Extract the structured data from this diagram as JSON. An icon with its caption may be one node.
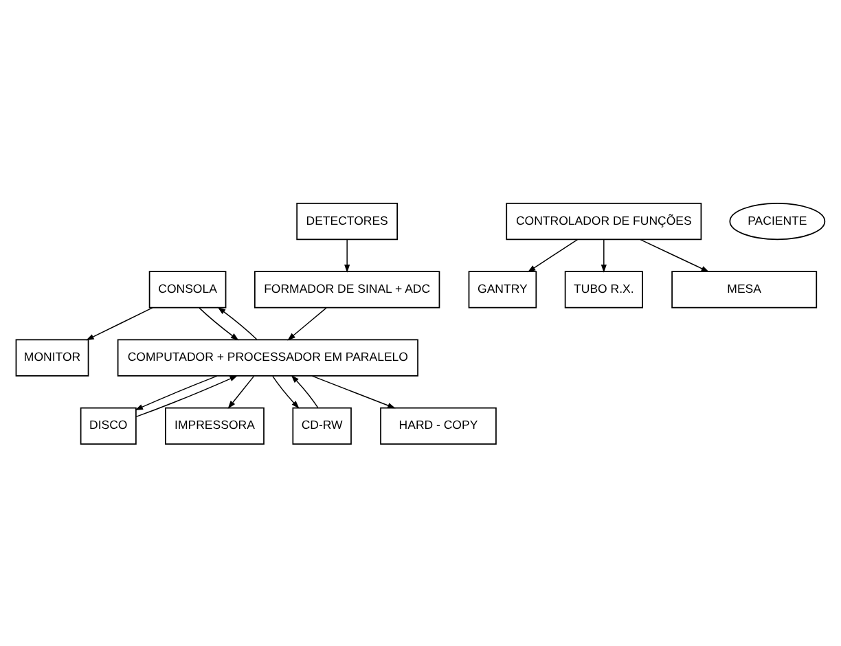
{
  "diagram": {
    "nodes": [
      {
        "text": [
          "MONITOR"
        ]
      },
      {
        "text": [
          "DISCO"
        ]
      },
      {
        "text": [
          "IMPRESSORA"
        ]
      },
      {
        "text": [
          "CONSOLA"
        ]
      },
      {
        "text": [
          "COMPUTADOR + PROCESSADOR EM PARALELO"
        ]
      },
      {
        "text": [
          "CONTROLADOR DE FUNÇÕES"
        ]
      },
      {
        "text": [
          "FORMADOR DE SINAL + ADC"
        ]
      },
      {
        "text": [
          "CD-RW"
        ]
      },
      {
        "text": [
          "GANTRY"
        ]
      },
      {
        "text": [
          "TUBO R.X."
        ]
      },
      {
        "text": [
          "PACIENTE"
        ]
      },
      {
        "text": [
          "HARD - COPY"
        ]
      },
      {
        "text": [
          "MESA"
        ]
      },
      {
        "text": [
          "DETECTORES"
        ]
      }
    ],
    "edges": [
      {
        "from": 3,
        "to": 0,
        "arrow": "to"
      },
      {
        "from": 4,
        "to": 1,
        "arrow": "to"
      },
      {
        "from": 1,
        "to": 4,
        "arrow": "to"
      },
      {
        "from": 4,
        "to": 2,
        "arrow": "to"
      },
      {
        "from": 4,
        "to": 3,
        "arrow": "to"
      },
      {
        "from": 3,
        "to": 4,
        "arrow": "to"
      },
      {
        "from": 7,
        "to": 4,
        "arrow": "to"
      },
      {
        "from": 4,
        "to": 7,
        "arrow": "to"
      },
      {
        "from": 4,
        "to": 11,
        "arrow": "to"
      },
      {
        "from": 6,
        "to": 4,
        "arrow": "to"
      },
      {
        "from": 5,
        "to": 8,
        "arrow": "to"
      },
      {
        "from": 5,
        "to": 9,
        "arrow": "to"
      },
      {
        "from": 5,
        "to": 12,
        "arrow": "to"
      },
      {
        "from": 13,
        "to": 6,
        "arrow": "to"
      }
    ]
  }
}
